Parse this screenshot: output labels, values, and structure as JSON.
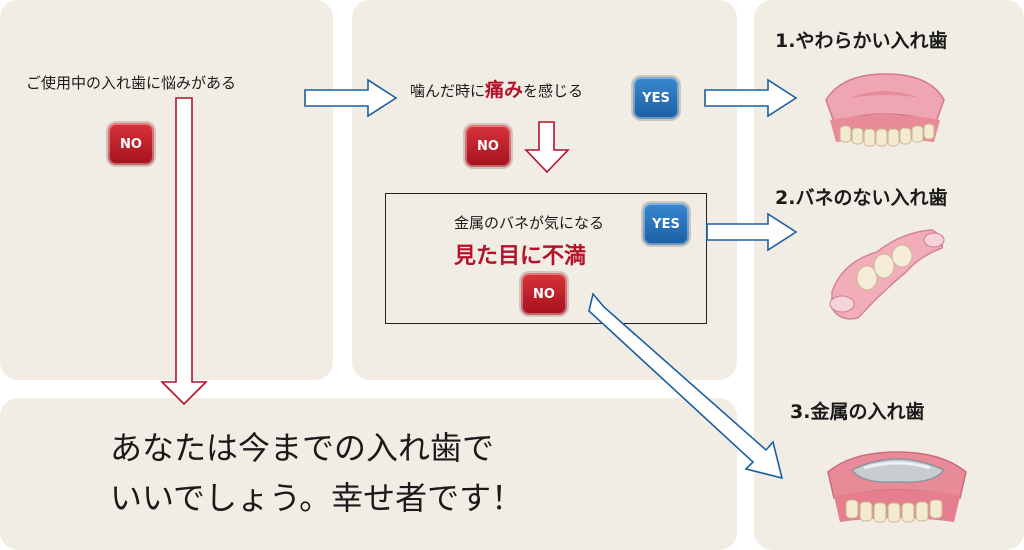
{
  "flow": {
    "question_1": "ご使用中の入れ歯に悩みがある",
    "question_2_prefix": "噛んだ時に",
    "question_2_highlight": "痛み",
    "question_2_suffix": "を感じる",
    "question_3_line1": "金属のバネが気になる",
    "question_3_line2": "見た目に不満",
    "yes_label": "YES",
    "no_label": "NO",
    "result_line1": "あなたは今までの入れ歯で",
    "result_line2": "いいでしょう。幸せ者です！"
  },
  "options": [
    {
      "title": "1.やわらかい入れ歯"
    },
    {
      "title": "2.バネのない入れ歯"
    },
    {
      "title": "3.金属の入れ歯"
    }
  ],
  "colors": {
    "panel_bg": "#f1ede4",
    "no_badge": "#c0202b",
    "yes_badge": "#2a74bd",
    "down_arrow": "#b3122a",
    "right_arrow": "#1b5fa3",
    "highlight_text": "#b3122a"
  }
}
